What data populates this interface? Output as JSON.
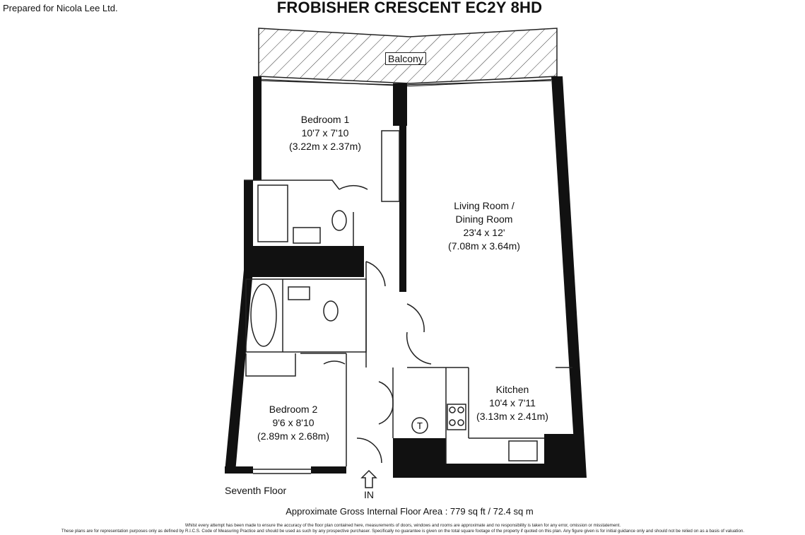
{
  "header": {
    "prepared_for": "Prepared for Nicola Lee Ltd.",
    "title": "FROBISHER CRESCENT EC2Y 8HD"
  },
  "rooms": {
    "balcony": {
      "name": "Balcony"
    },
    "bedroom1": {
      "name": "Bedroom 1",
      "imperial": "10'7 x 7'10",
      "metric": "(3.22m x 2.37m)"
    },
    "living": {
      "name_line1": "Living Room /",
      "name_line2": "Dining Room",
      "imperial": "23'4 x 12'",
      "metric": "(7.08m x 3.64m)"
    },
    "kitchen": {
      "name": "Kitchen",
      "imperial": "10'4 x 7'11",
      "metric": "(3.13m x 2.41m)"
    },
    "bedroom2": {
      "name": "Bedroom 2",
      "imperial": "9'6 x 8'10",
      "metric": "(2.89m x 2.68m)"
    }
  },
  "symbols": {
    "thermostat": "T"
  },
  "entrance_label": "IN",
  "floor_label": "Seventh Floor",
  "area_text": "Approximate Gross Internal Floor Area : 779 sq ft / 72.4 sq m",
  "disclaimer": {
    "line1": "Whilst every attempt has been made to ensure the accuracy of the floor plan contained here, measurements of doors, windows and rooms are approximate and no responsibility is taken for any error, omission or misstatement.",
    "line2": "These plans are for representation purposes only as defined by R.I.C.S. Code of Measuring Practice and should be used as such by any prospective purchaser. Specifically no guarantee is given on the total square footage of the property if quoted on this plan. Any figure given is for initial guidance only and should not be relied on as a basis of valuation."
  },
  "colors": {
    "wall": "#111111",
    "line": "#222222",
    "background": "#ffffff"
  }
}
